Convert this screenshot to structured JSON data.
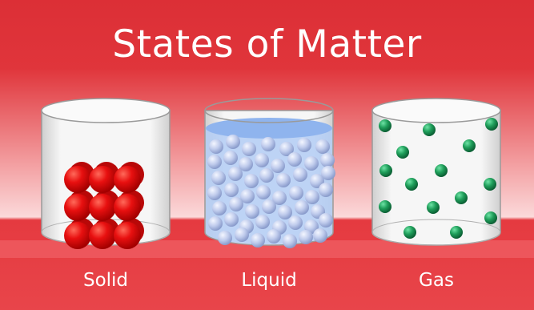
{
  "title": "States of Matter",
  "states": [
    {
      "label": "Solid"
    },
    {
      "label": "Liquid"
    },
    {
      "label": "Gas"
    }
  ],
  "colors": {
    "banner": "#dc2f36",
    "band": "#ea4a4f",
    "solid_particle": "#e00d0d",
    "liquid_particle": "#b9c7ec",
    "liquid_fill": "#b3ccf4",
    "gas_particle": "#1f9e5a"
  }
}
